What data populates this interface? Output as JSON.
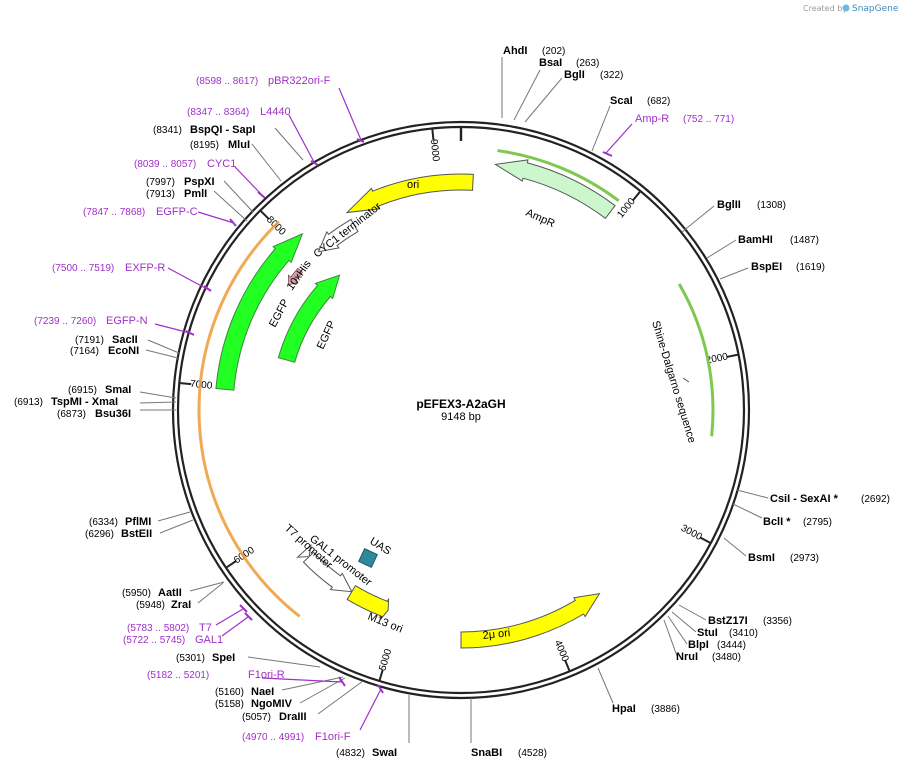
{
  "header": {
    "credit": "Created by",
    "brand": "SnapGene"
  },
  "plasmid": {
    "name": "pEFEX3-A2aGH",
    "length_label": "9148 bp",
    "length": 9148
  },
  "ticks": [
    {
      "pos": 1000,
      "label": "1000"
    },
    {
      "pos": 2000,
      "label": "2000"
    },
    {
      "pos": 3000,
      "label": "3000"
    },
    {
      "pos": 4000,
      "label": "4000"
    },
    {
      "pos": 5000,
      "label": "5000"
    },
    {
      "pos": 6000,
      "label": "6000"
    },
    {
      "pos": 7000,
      "label": "7000"
    },
    {
      "pos": 8000,
      "label": "8000"
    },
    {
      "pos": 9000,
      "label": "9000"
    }
  ],
  "enzymes": [
    {
      "id": "ahdi",
      "name": "AhdI",
      "pos": "(202)",
      "bp": 202
    },
    {
      "id": "bsai",
      "name": "BsaI",
      "pos": "(263)",
      "bp": 263
    },
    {
      "id": "bgli",
      "name": "BglI",
      "pos": "(322)",
      "bp": 322
    },
    {
      "id": "scai",
      "name": "ScaI",
      "pos": "(682)",
      "bp": 682
    },
    {
      "id": "bglii",
      "name": "BglII",
      "pos": "(1308)",
      "bp": 1308
    },
    {
      "id": "bamhi",
      "name": "BamHI",
      "pos": "(1487)",
      "bp": 1487
    },
    {
      "id": "bspei",
      "name": "BspEI",
      "pos": "(1619)",
      "bp": 1619
    },
    {
      "id": "csii",
      "name": "CsiI - SexAI *",
      "pos": "(2692)",
      "bp": 2692
    },
    {
      "id": "bcli",
      "name": "BclI *",
      "pos": "(2795)",
      "bp": 2795
    },
    {
      "id": "bsmi",
      "name": "BsmI",
      "pos": "(2973)",
      "bp": 2973
    },
    {
      "id": "bstz17i",
      "name": "BstZ17I",
      "pos": "(3356)",
      "bp": 3356
    },
    {
      "id": "stui",
      "name": "StuI",
      "pos": "(3410)",
      "bp": 3410
    },
    {
      "id": "bpli",
      "name": "BlpI",
      "pos": "(3444)",
      "bp": 3444
    },
    {
      "id": "nrui",
      "name": "NruI",
      "pos": "(3480)",
      "bp": 3480
    },
    {
      "id": "hpai",
      "name": "HpaI",
      "pos": "(3886)",
      "bp": 3886
    },
    {
      "id": "snabi",
      "name": "SnaBI",
      "pos": "(4528)",
      "bp": 4528
    },
    {
      "id": "swai",
      "name": "SwaI",
      "pos": "(4832)",
      "bp": 4832
    },
    {
      "id": "draiii",
      "name": "DraIII",
      "pos": "(5057)",
      "bp": 5057
    },
    {
      "id": "ngomiv",
      "name": "NgoMIV",
      "pos": "(5158)",
      "bp": 5158
    },
    {
      "id": "naei",
      "name": "NaeI",
      "pos": "(5160)",
      "bp": 5160
    },
    {
      "id": "spei",
      "name": "SpeI",
      "pos": "(5301)",
      "bp": 5301
    },
    {
      "id": "zrai",
      "name": "ZraI",
      "pos": "(5948)",
      "bp": 5948
    },
    {
      "id": "aatii",
      "name": "AatII",
      "pos": "(5950)",
      "bp": 5950
    },
    {
      "id": "bsteii",
      "name": "BstEII",
      "pos": "(6296)",
      "bp": 6296
    },
    {
      "id": "pfimi",
      "name": "PflMI",
      "pos": "(6334)",
      "bp": 6334
    },
    {
      "id": "bsu36i",
      "name": "Bsu36I",
      "pos": "(6873)",
      "bp": 6873
    },
    {
      "id": "tspmi",
      "name": "TspMI - XmaI",
      "pos": "(6913)",
      "bp": 6913
    },
    {
      "id": "smai",
      "name": "SmaI",
      "pos": "(6915)",
      "bp": 6915
    },
    {
      "id": "econi",
      "name": "EcoNI",
      "pos": "(7164)",
      "bp": 7164
    },
    {
      "id": "sacii",
      "name": "SacII",
      "pos": "(7191)",
      "bp": 7191
    },
    {
      "id": "pmli",
      "name": "PmlI",
      "pos": "(7913)",
      "bp": 7913
    },
    {
      "id": "pspxi",
      "name": "PspXI",
      "pos": "(7997)",
      "bp": 7997
    },
    {
      "id": "mlui",
      "name": "MluI",
      "pos": "(8195)",
      "bp": 8195
    },
    {
      "id": "bspqi",
      "name": "BspQI - SapI",
      "pos": "(8341)",
      "bp": 8341
    }
  ],
  "primers": [
    {
      "id": "amp-r",
      "name": "Amp-R",
      "pos": "(752 .. 771)"
    },
    {
      "id": "f1ori-f",
      "name": "F1ori-F",
      "pos": "(4970 .. 4991)"
    },
    {
      "id": "f1ori-r",
      "name": "F1ori-R",
      "pos": "(5182 .. 5201)"
    },
    {
      "id": "gal1",
      "name": "GAL1",
      "pos": "(5722 .. 5745)"
    },
    {
      "id": "t7",
      "name": "T7",
      "pos": "(5783 .. 5802)"
    },
    {
      "id": "egfp-n",
      "name": "EGFP-N",
      "pos": "(7239 .. 7260)"
    },
    {
      "id": "exfp-r",
      "name": "EXFP-R",
      "pos": "(7500 .. 7519)"
    },
    {
      "id": "egfp-c",
      "name": "EGFP-C",
      "pos": "(7847 .. 7868)"
    },
    {
      "id": "cyc1",
      "name": "CYC1",
      "pos": "(8039 .. 8057)"
    },
    {
      "id": "l4440",
      "name": "L4440",
      "pos": "(8347 .. 8364)"
    },
    {
      "id": "pbr322ori-f",
      "name": "pBR322ori-F",
      "pos": "(8598 .. 8617)"
    }
  ],
  "features": [
    {
      "id": "ori",
      "label": "ori",
      "color": "#ffff00"
    },
    {
      "id": "ampr",
      "label": "AmpR",
      "color": "#ccf7cc"
    },
    {
      "id": "cyc1-terminator",
      "label": "CYC1 terminator",
      "color": "#ffffff"
    },
    {
      "id": "his-tag",
      "label": "10xHis",
      "color": "#d8a0a8"
    },
    {
      "id": "egfp-1",
      "label": "EGFP",
      "color": "#22ff22"
    },
    {
      "id": "egfp-2",
      "label": "EGFP",
      "color": "#22ff22"
    },
    {
      "id": "shine-dalgarno",
      "label": "Shine-Dalgarno sequence",
      "color": "#999999"
    },
    {
      "id": "uas",
      "label": "UAS",
      "color": "#2e8a9a"
    },
    {
      "id": "gal1-promoter",
      "label": "GAL1 promoter",
      "color": "#ffffff"
    },
    {
      "id": "t7-promoter",
      "label": "T7 promoter",
      "color": "#ffffff"
    },
    {
      "id": "m13-ori",
      "label": "M13 ori",
      "color": "#ffff00"
    },
    {
      "id": "two-micron-ori",
      "label": "2μ ori",
      "color": "#ffff00"
    }
  ],
  "colors": {
    "primer": "#a030c8",
    "backbone": "#222222",
    "orf_orange": "#f0a040",
    "orf_green": "#7ec850"
  }
}
